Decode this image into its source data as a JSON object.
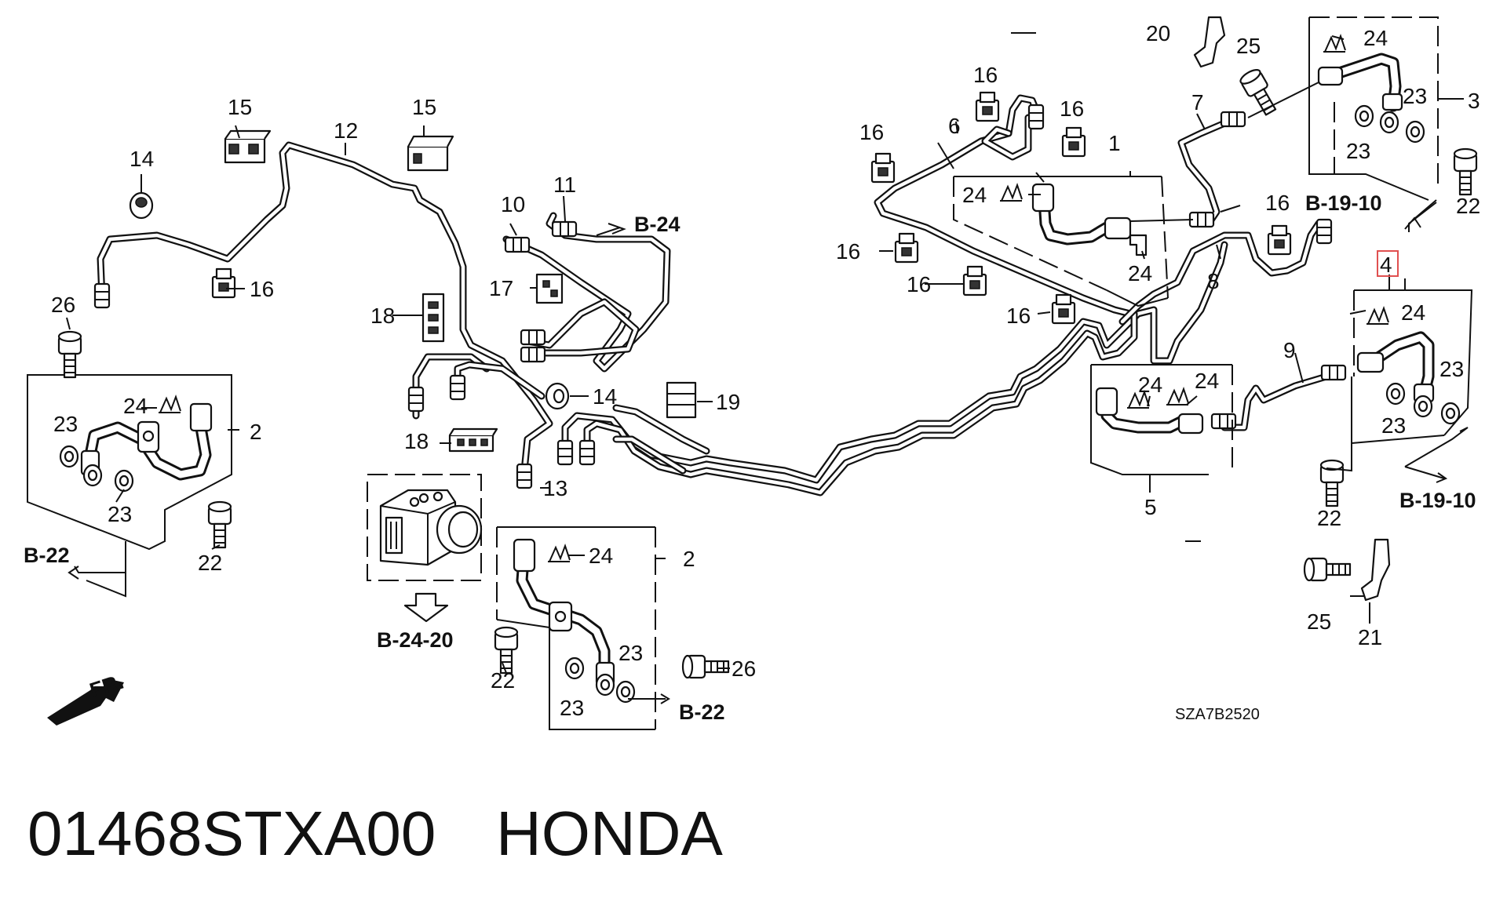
{
  "part_number": "01468STXA00",
  "brand": "HONDA",
  "diagram_code": "SZA7B2520",
  "front_marker": "FR.",
  "highlighted_callout": "4",
  "callouts": [
    "1",
    "2",
    "3",
    "4",
    "5",
    "6",
    "7",
    "8",
    "9",
    "10",
    "11",
    "12",
    "13",
    "14",
    "15",
    "16",
    "17",
    "18",
    "19",
    "20",
    "21",
    "22",
    "23",
    "24",
    "25",
    "26"
  ],
  "references": [
    "B-24",
    "B-19-10",
    "B-22",
    "B-24-20"
  ],
  "highlight_color": "#e05050"
}
